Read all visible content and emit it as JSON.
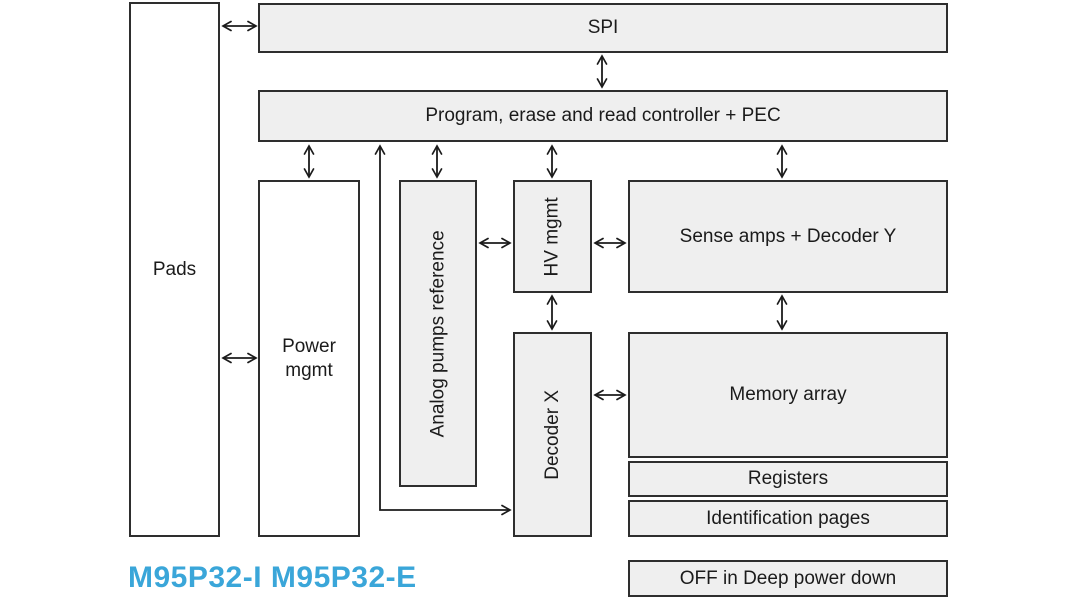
{
  "diagram": {
    "blocks": {
      "pads": {
        "label": "Pads"
      },
      "spi": {
        "label": "SPI"
      },
      "controller": {
        "label": "Program, erase and read controller + PEC"
      },
      "power_mgmt": {
        "label": "Power mgmt"
      },
      "analog_pumps": {
        "label": "Analog pumps reference"
      },
      "hv_mgmt": {
        "label": "HV mgmt"
      },
      "sense_amps": {
        "label": "Sense amps + Decoder Y"
      },
      "decoder_x": {
        "label": "Decoder X"
      },
      "memory_array": {
        "label": "Memory array"
      },
      "registers": {
        "label": "Registers"
      },
      "identification_pages": {
        "label": "Identification pages"
      },
      "off_deep_power_down": {
        "label": "OFF in Deep power down"
      }
    },
    "caption": {
      "text": "M95P32-I M95P32-E",
      "color": "#3aa6d9"
    },
    "colors": {
      "block_fill": "#efefef",
      "block_border": "#2e2e2e",
      "text": "#1b1b1b",
      "arrow": "#1b1b1b",
      "background": "#ffffff"
    }
  }
}
